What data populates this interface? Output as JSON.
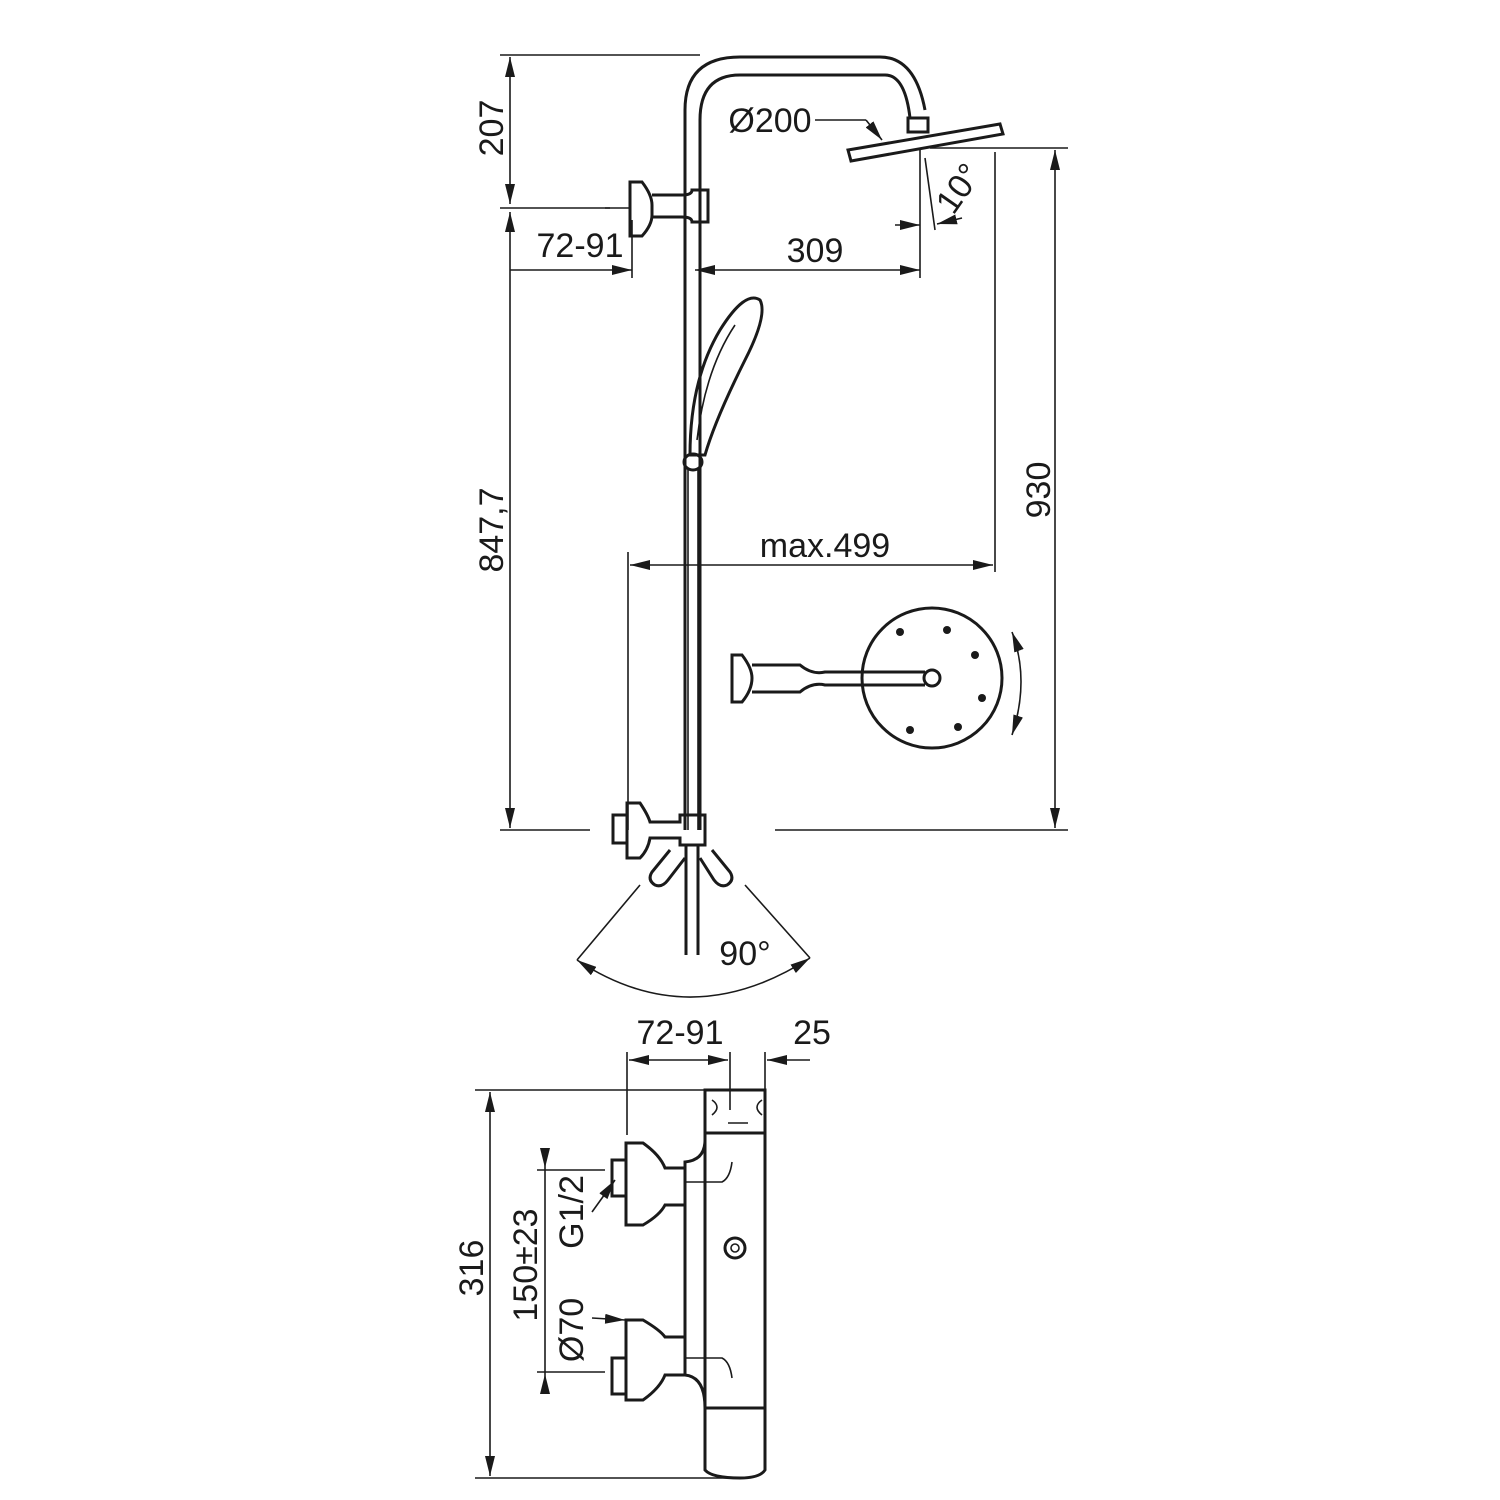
{
  "labels": {
    "top_height": "207",
    "diameter_head": "Ø200",
    "head_tilt": "10°",
    "wall_offset_top": "72-91",
    "arm_length": "309",
    "rail_height": "847,7",
    "total_height": "930",
    "max_reach": "max.499",
    "lever_angle": "90°",
    "wall_offset_bottom": "72-91",
    "body_depth": "25",
    "body_height": "316",
    "inlet_spacing": "150±23",
    "thread": "G1/2",
    "diameter_flange": "Ø70"
  }
}
